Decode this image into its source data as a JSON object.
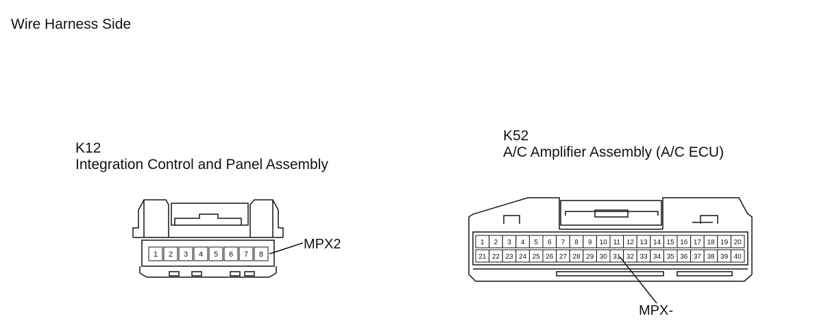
{
  "page_title": "Wire Harness Side",
  "connectors": [
    {
      "code": "K12",
      "name": "Integration Control and Panel Assembly",
      "pins": [
        "1",
        "2",
        "3",
        "4",
        "5",
        "6",
        "7",
        "8"
      ],
      "callout": "MPX2"
    },
    {
      "code": "K52",
      "name": "A/C Amplifier Assembly (A/C ECU)",
      "pins_row1": [
        "1",
        "2",
        "3",
        "4",
        "5",
        "6",
        "7",
        "8",
        "9",
        "10",
        "11",
        "12",
        "13",
        "14",
        "15",
        "16",
        "17",
        "18",
        "19",
        "20"
      ],
      "pins_row2": [
        "21",
        "22",
        "23",
        "24",
        "25",
        "26",
        "27",
        "28",
        "29",
        "30",
        "31",
        "32",
        "33",
        "34",
        "35",
        "36",
        "37",
        "38",
        "39",
        "40"
      ],
      "callout": "MPX-"
    }
  ]
}
